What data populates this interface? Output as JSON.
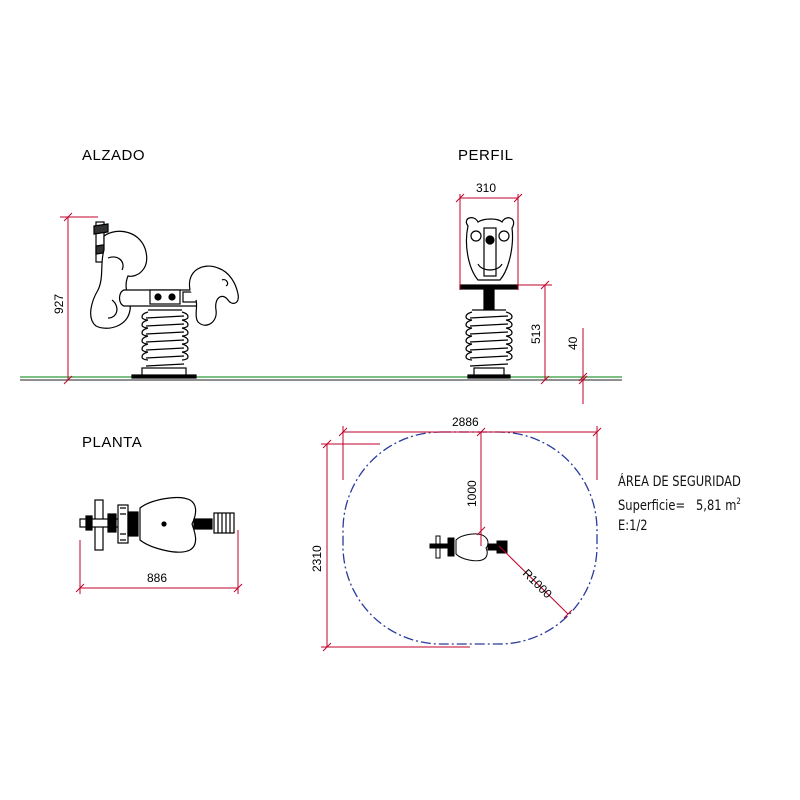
{
  "views": {
    "alzado": "ALZADO",
    "perfil": "PERFIL",
    "planta": "PLANTA"
  },
  "dimensions": {
    "alzado_height": "927",
    "perfil_width": "310",
    "perfil_seat_height": "513",
    "perfil_base": "40",
    "planta_length": "886",
    "area_width": "2886",
    "area_height": "2310",
    "area_offset": "1000",
    "area_radius": "R1000"
  },
  "safety_area": {
    "title": "ÁREA DE SEGURIDAD",
    "surface_label": "Superficie=",
    "surface_value": "5,81 m",
    "surface_unit_sup": "2",
    "scale": "E:1/2"
  },
  "colors": {
    "dimension": "#c0002a",
    "ground": "#2f9a3a",
    "safety_boundary": "#2a3b9c",
    "line": "#000000"
  }
}
